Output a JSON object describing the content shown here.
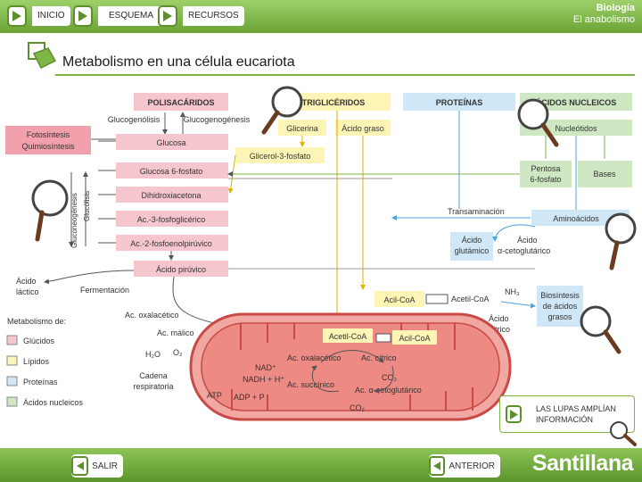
{
  "nav": {
    "inicio": "INICIO",
    "esquema": "ESQUEMA",
    "recursos": "RECURSOS"
  },
  "subject": {
    "name": "Biología",
    "topic": "El anabolismo"
  },
  "page_title": "Metabolismo en una célula eucariota",
  "diagram": {
    "headers": {
      "polisacaridos": "POLISACÁRIDOS",
      "trigliceridos": "TRIGLICÉRIDOS",
      "proteinas": "PROTEÍNAS",
      "acidos_nucleicos": "ÁCIDOS NUCLEICOS"
    },
    "glucogenolisis": "Glucogenólisis",
    "glucogenogenesis": "Glucogenogénesis",
    "fotosintesis": "Fotosíntesis",
    "quimiosintesis": "Quimiosíntesis",
    "glucosa": "Glucosa",
    "glucosa6": "Glucosa 6-fosfato",
    "dihidroxiacetona": "Dihidroxiacetona",
    "ac3": "Ac.-3-fosfoglicérico",
    "ac2": "Ac.-2-fosfoenolpirúvico",
    "gluconeogenesis": "Gluconeogénesis",
    "glucolisis": "Glucólisis",
    "glicerina": "Glicerina",
    "acido_graso": "Ácido graso",
    "glicerol3": "Glicerol-3-fosfato",
    "nucleotidos": "Nucleótidos",
    "pentosa_1": "Pentosa",
    "pentosa_2": "6-fosfato",
    "bases": "Bases",
    "transaminacion": "Transaminación",
    "aminoacidos": "Aminoácidos",
    "acido_glutamico_1": "Ácido",
    "acido_glutamico_2": "glutámico",
    "acido_ceto_1": "Ácido",
    "acido_ceto_2": "α-cetoglutárico",
    "acido_piruvico": "Ácido pirúvico",
    "acido_lactico_1": "Ácido",
    "acido_lactico_2": "láctico",
    "fermentacion": "Fermentación",
    "acil_coa": "Acil-CoA",
    "acetil_coa": "Acetil-CoA",
    "nh3": "NH₃",
    "biosintesis_1": "Biosíntesis",
    "biosintesis_2": "de ácidos",
    "biosintesis_3": "grasos",
    "acido_citrico_1": "Ácido",
    "acido_citrico_2": "cítrico",
    "ac_oxalacetico_out": "Ac. oxalacético",
    "ac_malico": "Ac. málico",
    "h2o": "H₂O",
    "o2": "O₂",
    "cadena_1": "Cadena",
    "cadena_2": "respiratoria",
    "atp": "ATP",
    "adp": "ADP + P",
    "nad": "NAD⁺",
    "nadh": "NADH + H⁺",
    "mito_acetil": "Acetil-CoA",
    "mito_acil": "Acil-CoA",
    "mito_oxalacetico": "Ac. oxalacético",
    "mito_citrico": "Ac. cítrico",
    "mito_co2_a": "CO₂",
    "mito_succinico": "Ac. succínico",
    "mito_ceto": "Ac. α-cetoglutárico",
    "mito_co2_b": "CO₂",
    "legend_title": "Metabolismo de:",
    "legend": [
      {
        "label": "Glúcidos",
        "color": "#f6c6cf"
      },
      {
        "label": "Lípidos",
        "color": "#fdf5b5"
      },
      {
        "label": "Proteínas",
        "color": "#cfe7f7"
      },
      {
        "label": "Ácidos nucleicos",
        "color": "#cfe8c3"
      }
    ]
  },
  "hint": {
    "line1": "LAS LUPAS AMPLÍAN",
    "line2": "INFORMACIÓN"
  },
  "footer": {
    "salir": "SALIR",
    "anterior": "ANTERIOR",
    "brand": "Santillana"
  },
  "colors": {
    "accent_green": "#7fb545",
    "glucidos": "#f6c6cf",
    "lipidos": "#fdf5b5",
    "proteinas": "#cfe7f7",
    "nucleicos": "#cfe8c3",
    "mitochondria": "#ee8a84"
  },
  "icons": [
    "play-icon",
    "magnifier-icon",
    "cube-icon"
  ]
}
